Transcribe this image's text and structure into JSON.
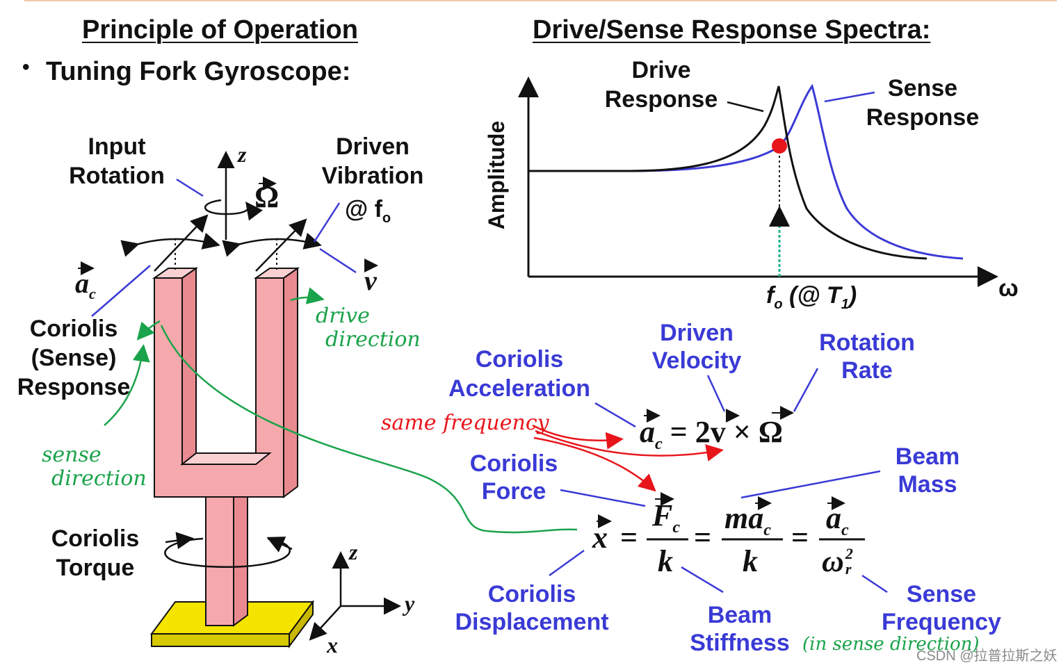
{
  "left_title": "Principle of Operation",
  "bullet": "Tuning Fork Gyroscope:",
  "right_title": "Drive/Sense Response Spectra:",
  "fork": {
    "input_rotation": [
      "Input",
      "Rotation"
    ],
    "driven_vibration": [
      "Driven",
      "Vibration"
    ],
    "at_fo": "@ f",
    "fo_sub": "o",
    "omega": "Ω",
    "z": "z",
    "a_c": "a",
    "a_c_sub": "c",
    "v": "v",
    "coriolis_response": [
      "Coriolis",
      "(Sense)",
      "Response"
    ],
    "coriolis_torque": [
      "Coriolis",
      "Torque"
    ],
    "axis_z": "z",
    "axis_y": "y",
    "axis_x": "x"
  },
  "handwritten": {
    "drive_direction": [
      "drive",
      "direction"
    ],
    "sense_direction": [
      "sense",
      "direction"
    ],
    "same_frequency": "same frequency",
    "in_sense_direction": "(in sense direction)"
  },
  "spectra": {
    "drive_response": [
      "Drive",
      "Response"
    ],
    "sense_response": [
      "Sense",
      "Response"
    ],
    "ylabel": "Amplitude",
    "xlabel": "ω",
    "fo_label": "f",
    "fo_sub": "o",
    "fo_paren": "(@ T",
    "fo_paren_sub": "1",
    "fo_close": ")",
    "drive_color": "#111111",
    "sense_color": "#3a3ad6",
    "marker_color": "#e8151b",
    "arrow_color": "#1ab38a"
  },
  "equations": {
    "coriolis_acceleration": [
      "Coriolis",
      "Acceleration"
    ],
    "driven_velocity": [
      "Driven",
      "Velocity"
    ],
    "rotation_rate": [
      "Rotation",
      "Rate"
    ],
    "coriolis_force": [
      "Coriolis",
      "Force"
    ],
    "beam_mass": [
      "Beam",
      "Mass"
    ],
    "coriolis_displacement": [
      "Coriolis",
      "Displacement"
    ],
    "beam_stiffness": [
      "Beam",
      "Stiffness"
    ],
    "sense_frequency": [
      "Sense",
      "Frequency"
    ],
    "eq1": "a",
    "eq1_sub": "c",
    "eq1_rhs": "= 2v × Ω",
    "eq2_x": "x",
    "eq2_eq": "=",
    "eq2_f": "F",
    "eq2_f_sub": "c",
    "eq2_k": "k",
    "eq2_ma": "ma",
    "eq2_ma_sub": "c",
    "eq2_k2": "k",
    "eq2_a": "a",
    "eq2_a_sub": "c",
    "eq2_w": "ω",
    "eq2_w_sub": "r",
    "eq2_w_sup": "2"
  },
  "watermark": "CSDN @拉普拉斯之妖"
}
